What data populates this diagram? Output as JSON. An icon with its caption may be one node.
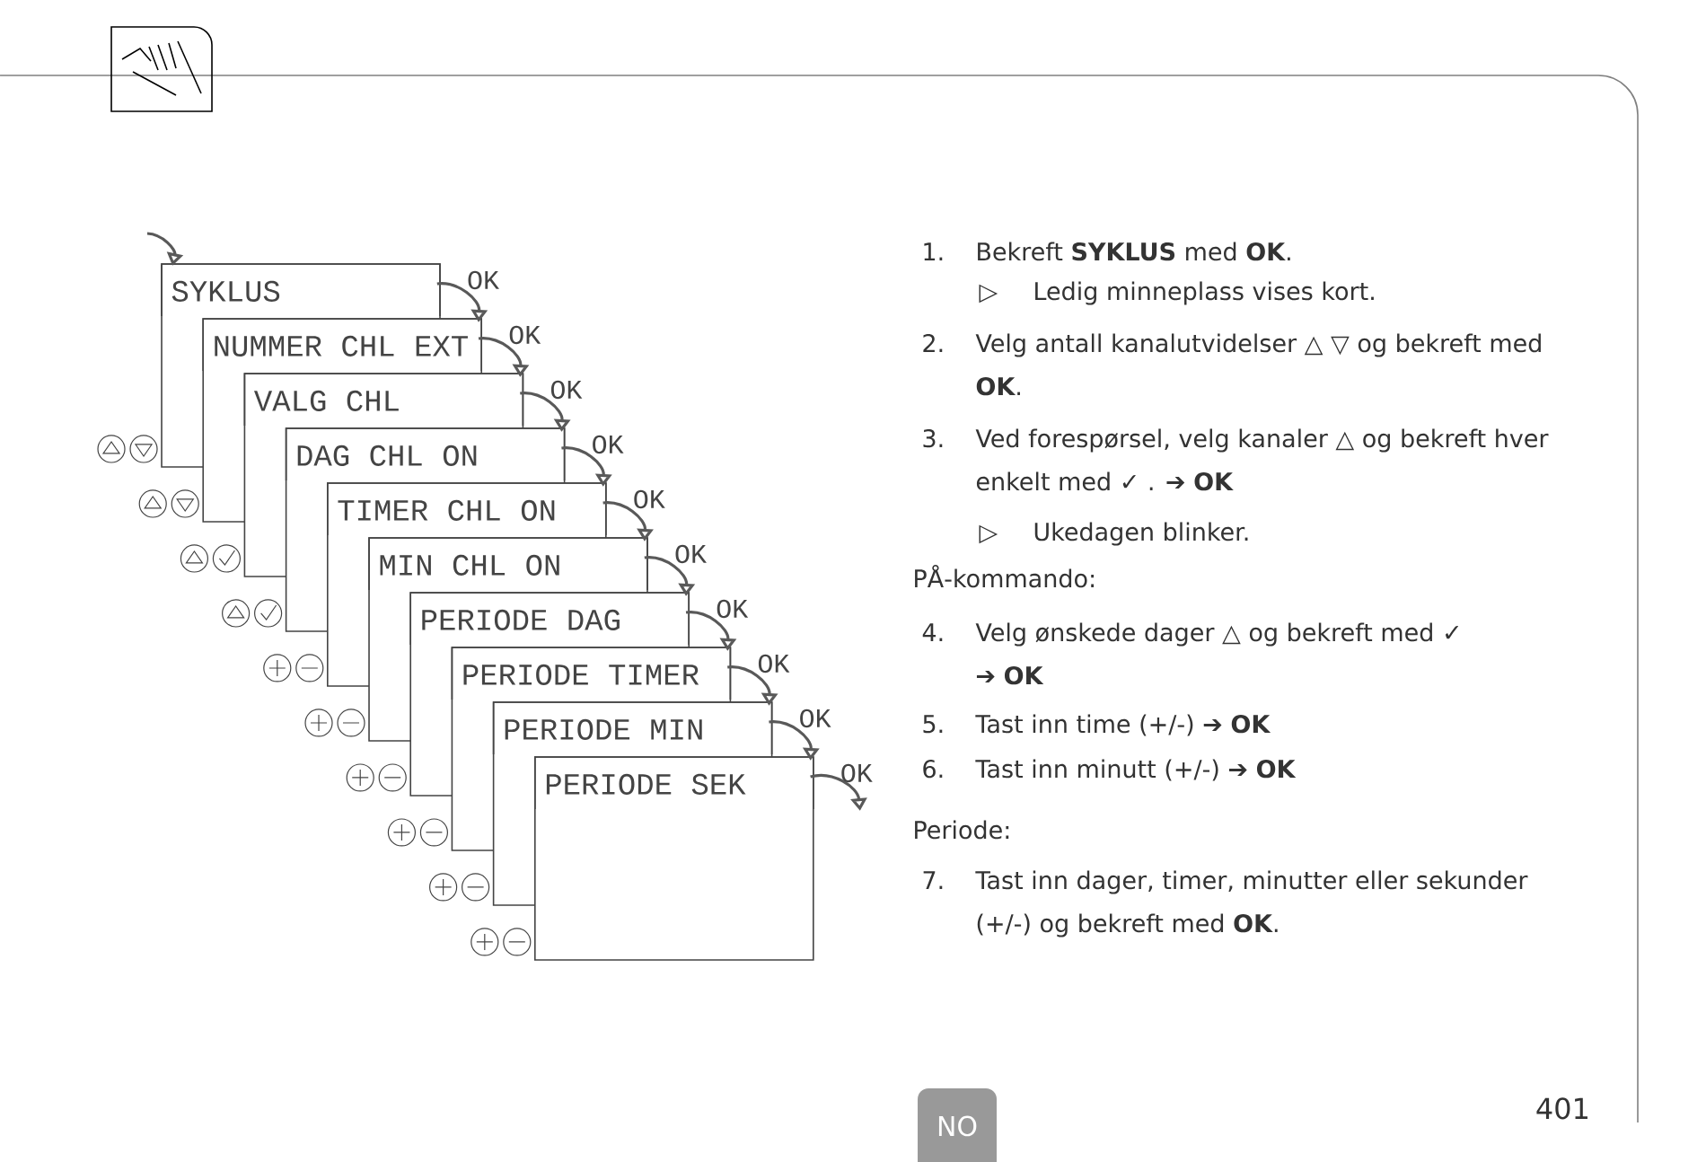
{
  "diagram": {
    "nodes": [
      {
        "text": [
          "SYKLUS"
        ]
      },
      {
        "text": [
          "NUMMER CHL EXT"
        ]
      },
      {
        "text": [
          "VALG CHL"
        ]
      },
      {
        "text": [
          "DAG CHL ON"
        ]
      },
      {
        "text": [
          "TIMER CHL ON"
        ]
      },
      {
        "text": [
          "MIN CHL ON"
        ]
      },
      {
        "text": [
          "PERIODE DAG"
        ]
      },
      {
        "text": [
          "PERIODE TIMER"
        ]
      },
      {
        "text": [
          "PERIODE MIN"
        ]
      },
      {
        "text": [
          "PERIODE SEK"
        ]
      }
    ],
    "edges": [
      {
        "from": null,
        "to": 0,
        "arrow": "to"
      },
      {
        "from": 0,
        "to": 1,
        "arrow": "to",
        "label": "OK"
      },
      {
        "from": 1,
        "to": 2,
        "arrow": "to",
        "label": "OK"
      },
      {
        "from": 2,
        "to": 3,
        "arrow": "to",
        "label": "OK"
      },
      {
        "from": 3,
        "to": 4,
        "arrow": "to",
        "label": "OK"
      },
      {
        "from": 4,
        "to": 5,
        "arrow": "to",
        "label": "OK"
      },
      {
        "from": 5,
        "to": 6,
        "arrow": "to",
        "label": "OK"
      },
      {
        "from": 6,
        "to": 7,
        "arrow": "to",
        "label": "OK"
      },
      {
        "from": 7,
        "to": 8,
        "arrow": "to",
        "label": "OK"
      },
      {
        "from": 8,
        "to": 9,
        "arrow": "to",
        "label": "OK"
      },
      {
        "from": 9,
        "to": null,
        "arrow": "to",
        "label": "OK"
      }
    ],
    "labels": [
      "1.",
      "Bekreft **SYKLUS** med **OK**.",
      "▷",
      "Ledig minneplass vises kort.",
      "2.",
      "Velg antall kanalutvidelser △ ▽ og bekreft med **OK**.",
      "3.",
      "Ved forespørsel, velg kanaler △ og bekreft hver enkelt med ✓ . ➔ **OK**",
      "▷",
      "Ukedagen blinker.",
      "PÅ-kommando:",
      "4.",
      "Velg ønskede dager △ og bekreft med ✓ ➔ **OK**",
      "5.",
      "Tast inn time (+/-) ➔ **OK**",
      "6.",
      "Tast inn minutt (+/-) ➔ **OK**",
      "Periode:",
      "7.",
      "Tast inn dager, timer, minutter eller sekunder (+/-) og bekreft med **OK**.",
      "NO",
      "401"
    ]
  }
}
